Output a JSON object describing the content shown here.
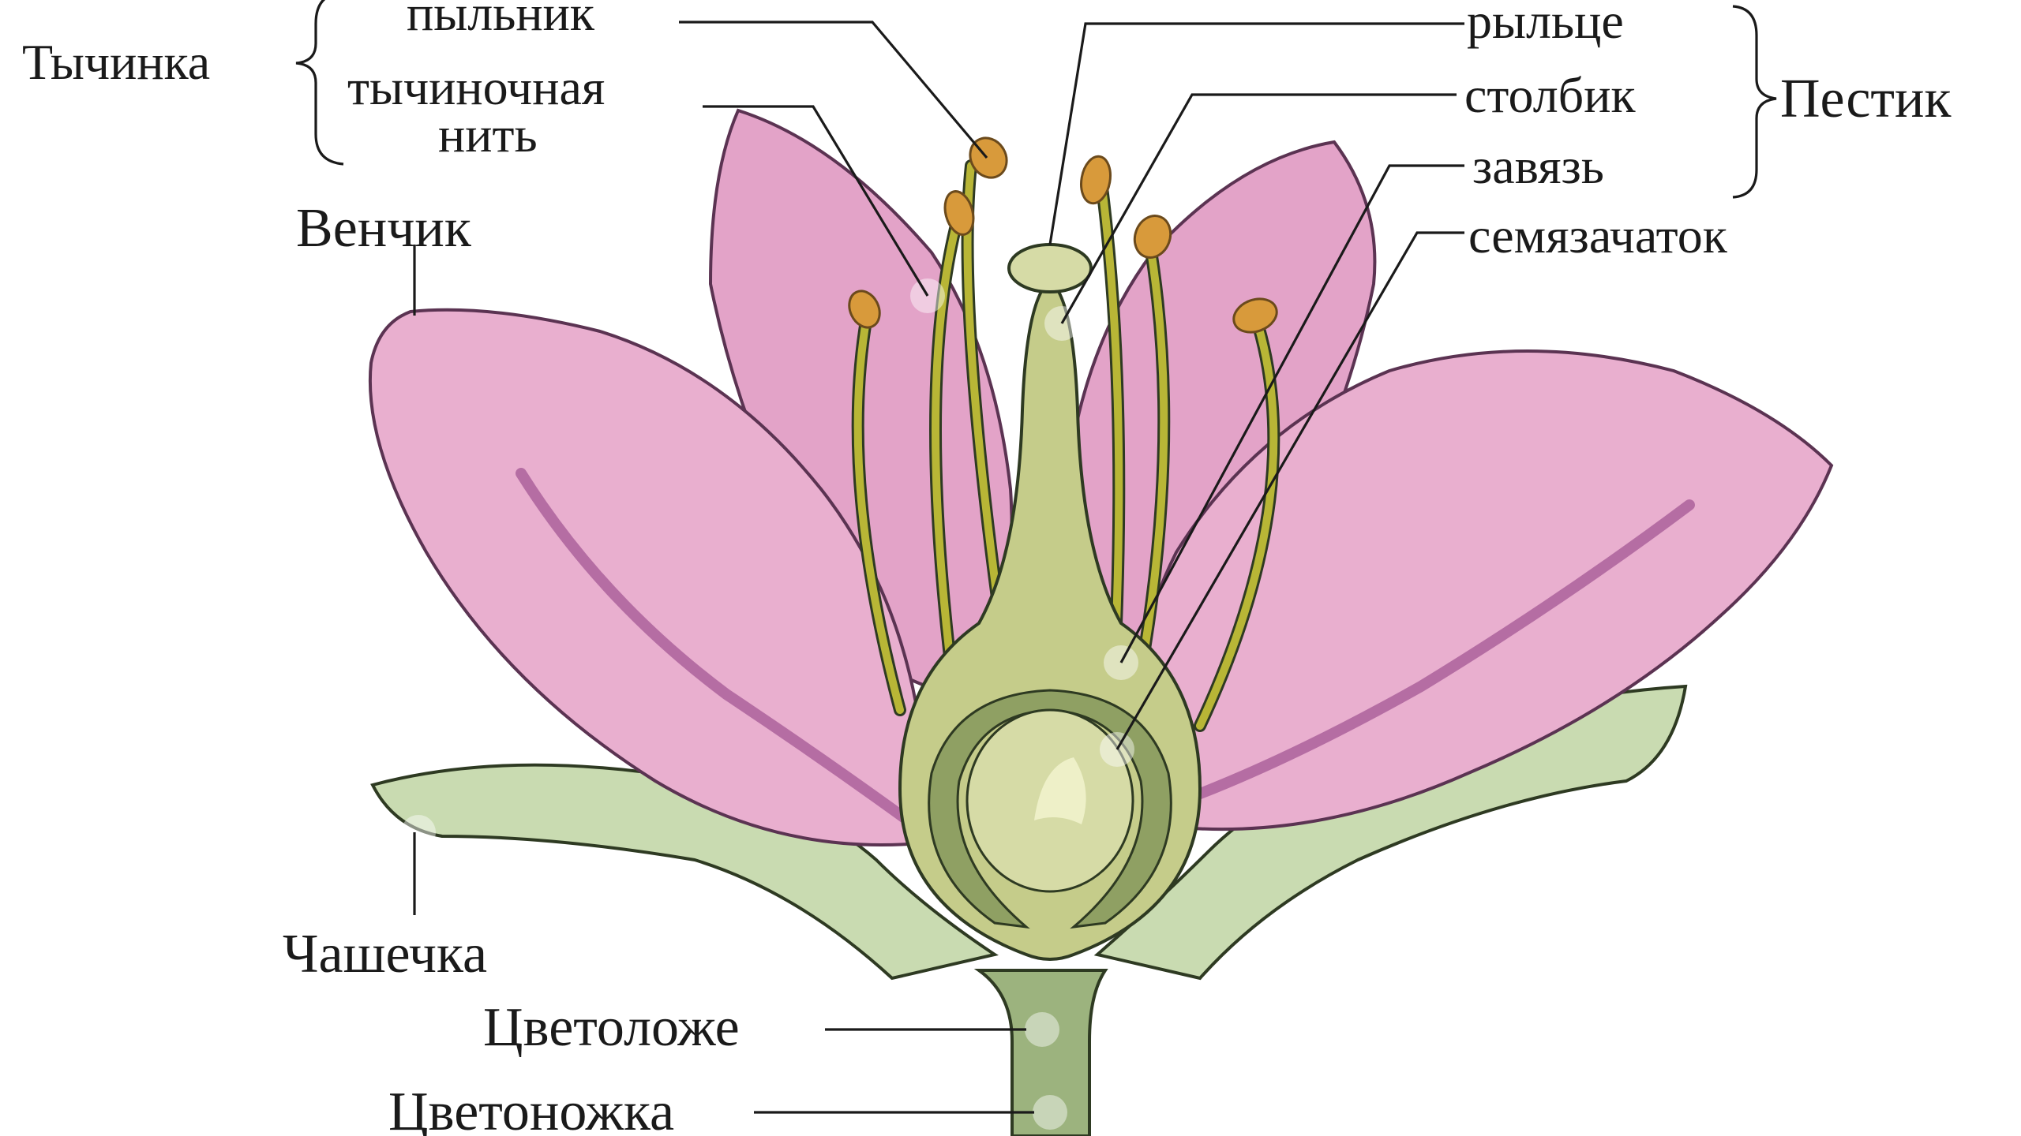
{
  "labels": {
    "stamen": "Тычинка",
    "anther": "пыльник",
    "filament_1": "тычиночная",
    "filament_2": "нить",
    "corolla": "Венчик",
    "stigma": "рыльце",
    "style": "столбик",
    "ovary": "завязь",
    "ovule": "семязачаток",
    "pistil": "Пестик",
    "calyx": "Чашечка",
    "receptacle": "Цветоложе",
    "pedicel": "Цветоножка"
  },
  "colors": {
    "petal_light": "#e9afcf",
    "petal_dark": "#b56da3",
    "petal_outline": "#5b3352",
    "stamen": "#b8b636",
    "anther": "#d89a3b",
    "pistil_light": "#d6dba6",
    "pistil_dark": "#8fa063",
    "sepal": "#c9dbb1",
    "stem": "#9cb37e",
    "outline": "#2e3a22"
  }
}
